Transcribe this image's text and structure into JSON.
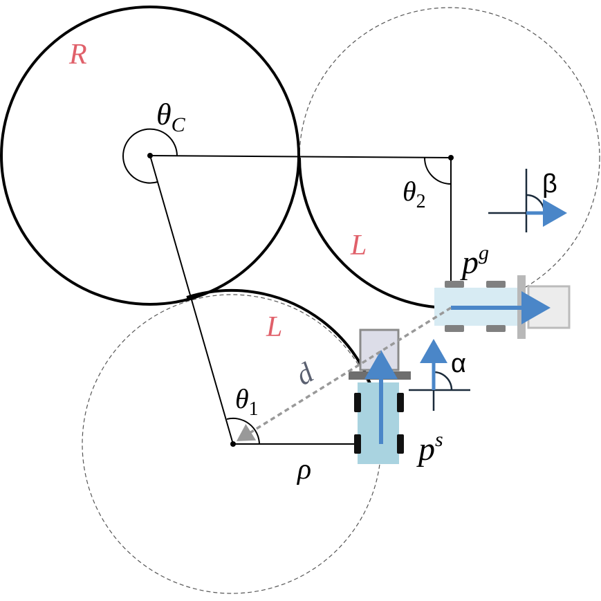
{
  "labels": {
    "R": "R",
    "theta_c": "θ",
    "theta_c_sub": "C",
    "theta_2": "θ",
    "theta_2_sub": "2",
    "theta_1": "θ",
    "theta_1_sub": "1",
    "L_upper": "L",
    "L_lower": "L",
    "beta": "β",
    "alpha": "α",
    "p_goal": "p",
    "p_goal_sup": "g",
    "p_start": "p",
    "p_start_sup": "s",
    "d": "d",
    "rho": "ρ"
  },
  "colors": {
    "arc_label": "#e0606a",
    "stroke": "#000000",
    "dashed_circle": "#555555",
    "arrow_blue": "#4a86c8",
    "vehicle_fill": "#a9d3e0",
    "ghost_fill": "#d7ebf3",
    "wheel_dark": "#111111",
    "wheel_ghost": "#808080",
    "bumper": "#6e6e6e",
    "box_fill": "#dcdde8",
    "d_arrow": "#999999",
    "d_label": "#5a6070"
  }
}
